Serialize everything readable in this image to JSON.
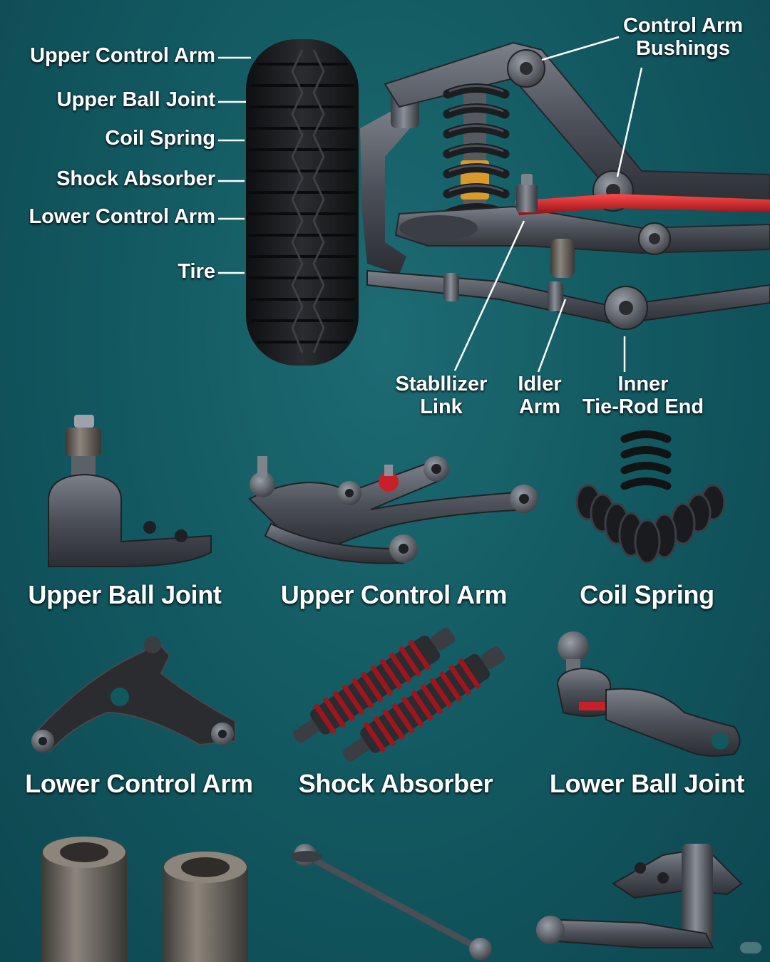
{
  "diagram": {
    "left_labels": [
      {
        "id": "upper-control-arm",
        "text": "Upper Control Arm"
      },
      {
        "id": "upper-ball-joint",
        "text": "Upper Ball Joint"
      },
      {
        "id": "coil-spring",
        "text": "Coil Spring"
      },
      {
        "id": "shock-absorber",
        "text": "Shock Absorber"
      },
      {
        "id": "lower-control-arm",
        "text": "Lower Control Arm"
      },
      {
        "id": "tire",
        "text": "Tire"
      }
    ],
    "top_right_label": {
      "line1": "Control Arm",
      "line2": "Bushings"
    },
    "bottom_labels": [
      {
        "id": "stabilizer-link",
        "line1": "Stabllizer",
        "line2": "Link"
      },
      {
        "id": "idler-arm",
        "line1": "Idler",
        "line2": "Arm"
      },
      {
        "id": "inner-tie-rod-end",
        "line1": "Inner",
        "line2": "Tie-Rod End"
      }
    ]
  },
  "parts": [
    {
      "id": "upper-ball-joint",
      "label": "Upper Ball Joint"
    },
    {
      "id": "upper-control-arm",
      "label": "Upper Control Arm"
    },
    {
      "id": "coil-spring",
      "label": "Coil Spring"
    },
    {
      "id": "lower-control-arm",
      "label": "Lower Control Arm"
    },
    {
      "id": "shock-absorber",
      "label": "Shock Absorber"
    },
    {
      "id": "lower-ball-joint",
      "label": "Lower Ball Joint"
    }
  ],
  "colors": {
    "background": "#135a62",
    "metal": "#4a4e55",
    "tire": "#1a1c1f",
    "accent_red": "#c8202a",
    "spring_yellow": "#d89a2a",
    "label": "#ffffff"
  }
}
